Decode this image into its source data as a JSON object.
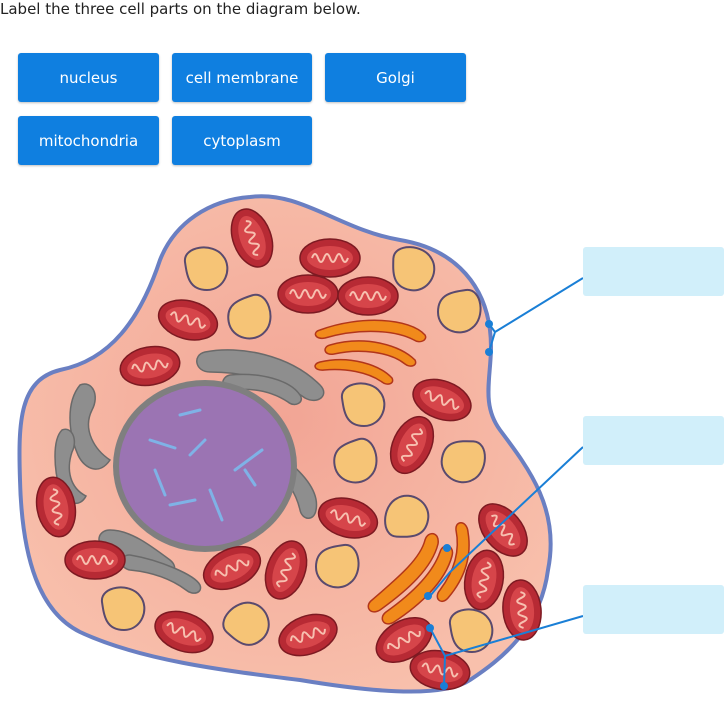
{
  "question": {
    "instruction": "Label the three cell parts on the diagram below."
  },
  "answer_chips": [
    {
      "label": "nucleus"
    },
    {
      "label": "cell membrane"
    },
    {
      "label": "Golgi"
    },
    {
      "label": "mitochondria"
    },
    {
      "label": "cytoplasm"
    }
  ],
  "drop_targets": [
    {
      "value": ""
    },
    {
      "value": ""
    },
    {
      "value": ""
    }
  ],
  "colors": {
    "chip_bg": "#0f7fe0",
    "drop_bg": "#d1effa",
    "leader_line": "#1a7fd6",
    "membrane": "#6a7fc2",
    "cytoplasm": "#f7b8a4",
    "nucleus": "#9b74b3",
    "mitochondria": "#b72a34",
    "vesicle": "#f4c271",
    "golgi": "#f18a1b",
    "er": "#8c8c8c"
  }
}
